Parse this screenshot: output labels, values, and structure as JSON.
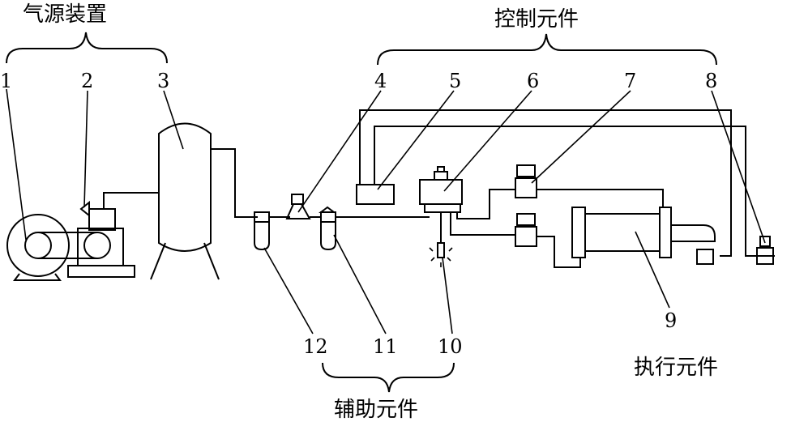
{
  "groups": {
    "air_source": "气源装置",
    "control": "控制元件",
    "auxiliary": "辅助元件",
    "actuator": "执行元件"
  },
  "numbers": {
    "n1": "1",
    "n2": "2",
    "n3": "3",
    "n4": "4",
    "n5": "5",
    "n6": "6",
    "n7": "7",
    "n8": "8",
    "n9": "9",
    "n10": "10",
    "n11": "11",
    "n12": "12"
  },
  "colors": {
    "ink": "#000000",
    "background": "#ffffff"
  }
}
